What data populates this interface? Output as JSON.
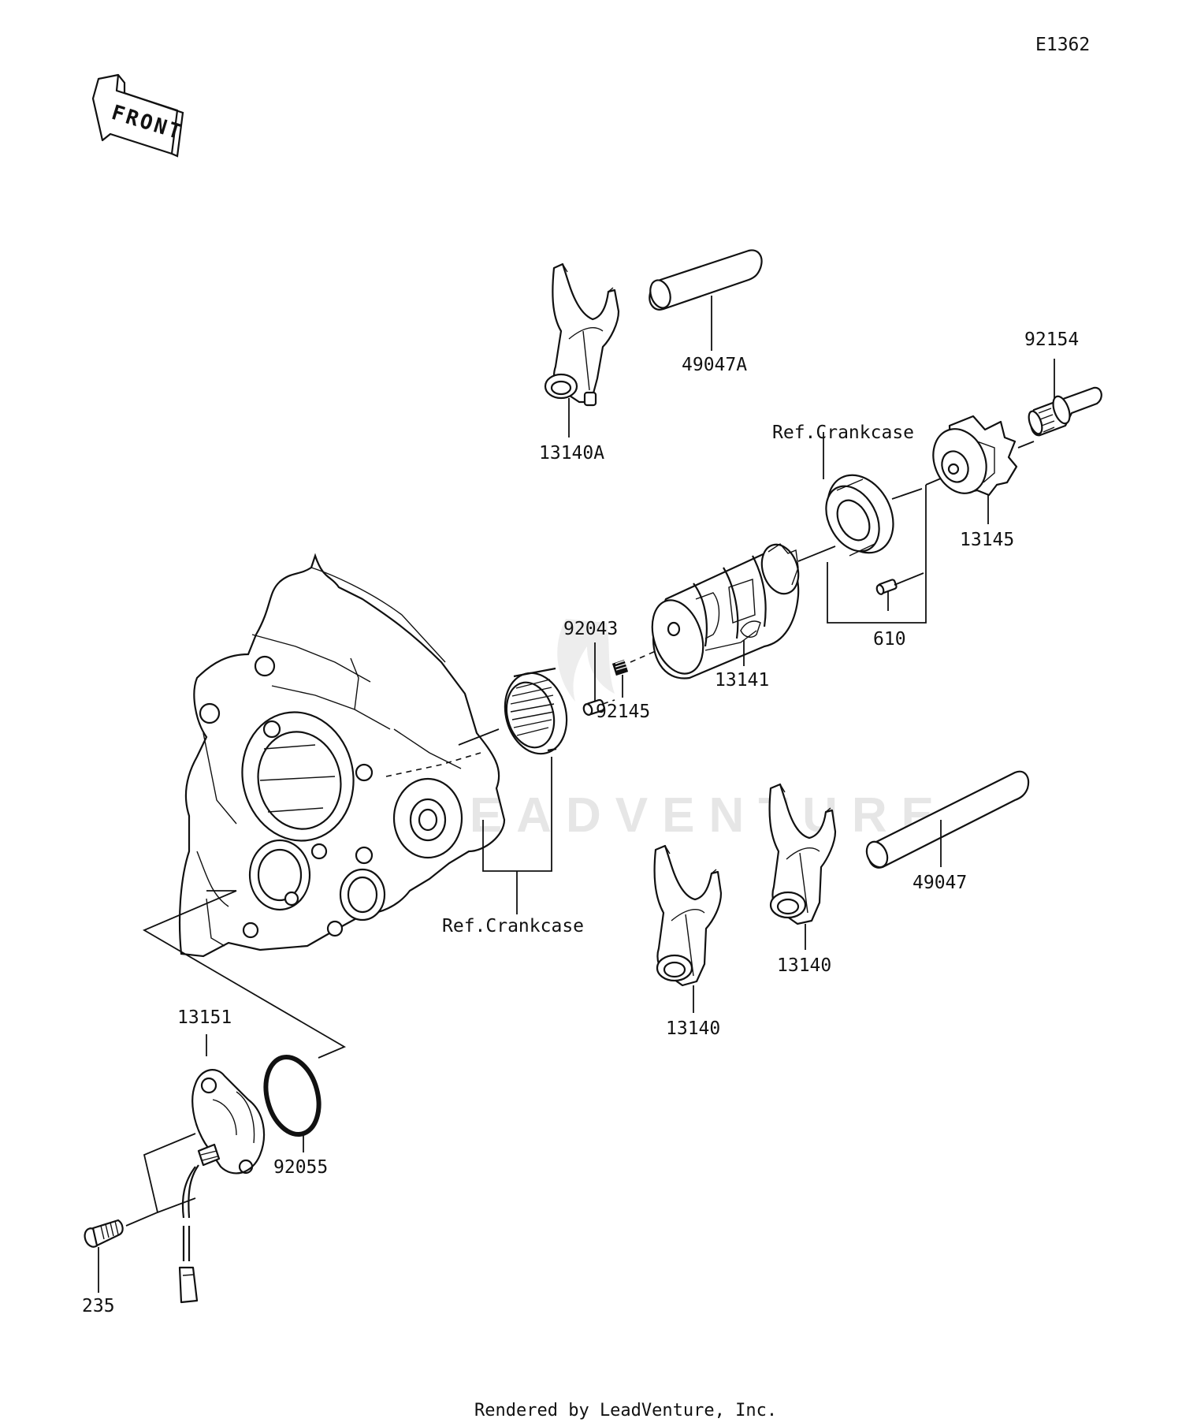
{
  "diagram_id": "E1362",
  "front_label": "FRONT",
  "watermark": "LEADVENTURE",
  "footer": "Rendered by LeadVenture, Inc.",
  "parts": {
    "p13140A": "13140A",
    "p49047A": "49047A",
    "p92154": "92154",
    "p13145": "13145",
    "p610": "610",
    "p13141": "13141",
    "p92043": "92043",
    "p92145": "92145",
    "p49047": "49047",
    "p13140_a": "13140",
    "p13140_b": "13140",
    "p13151": "13151",
    "p92055": "92055",
    "p235": "235"
  },
  "refs": {
    "crankcase_top": "Ref.Crankcase",
    "crankcase_bottom": "Ref.Crankcase"
  }
}
